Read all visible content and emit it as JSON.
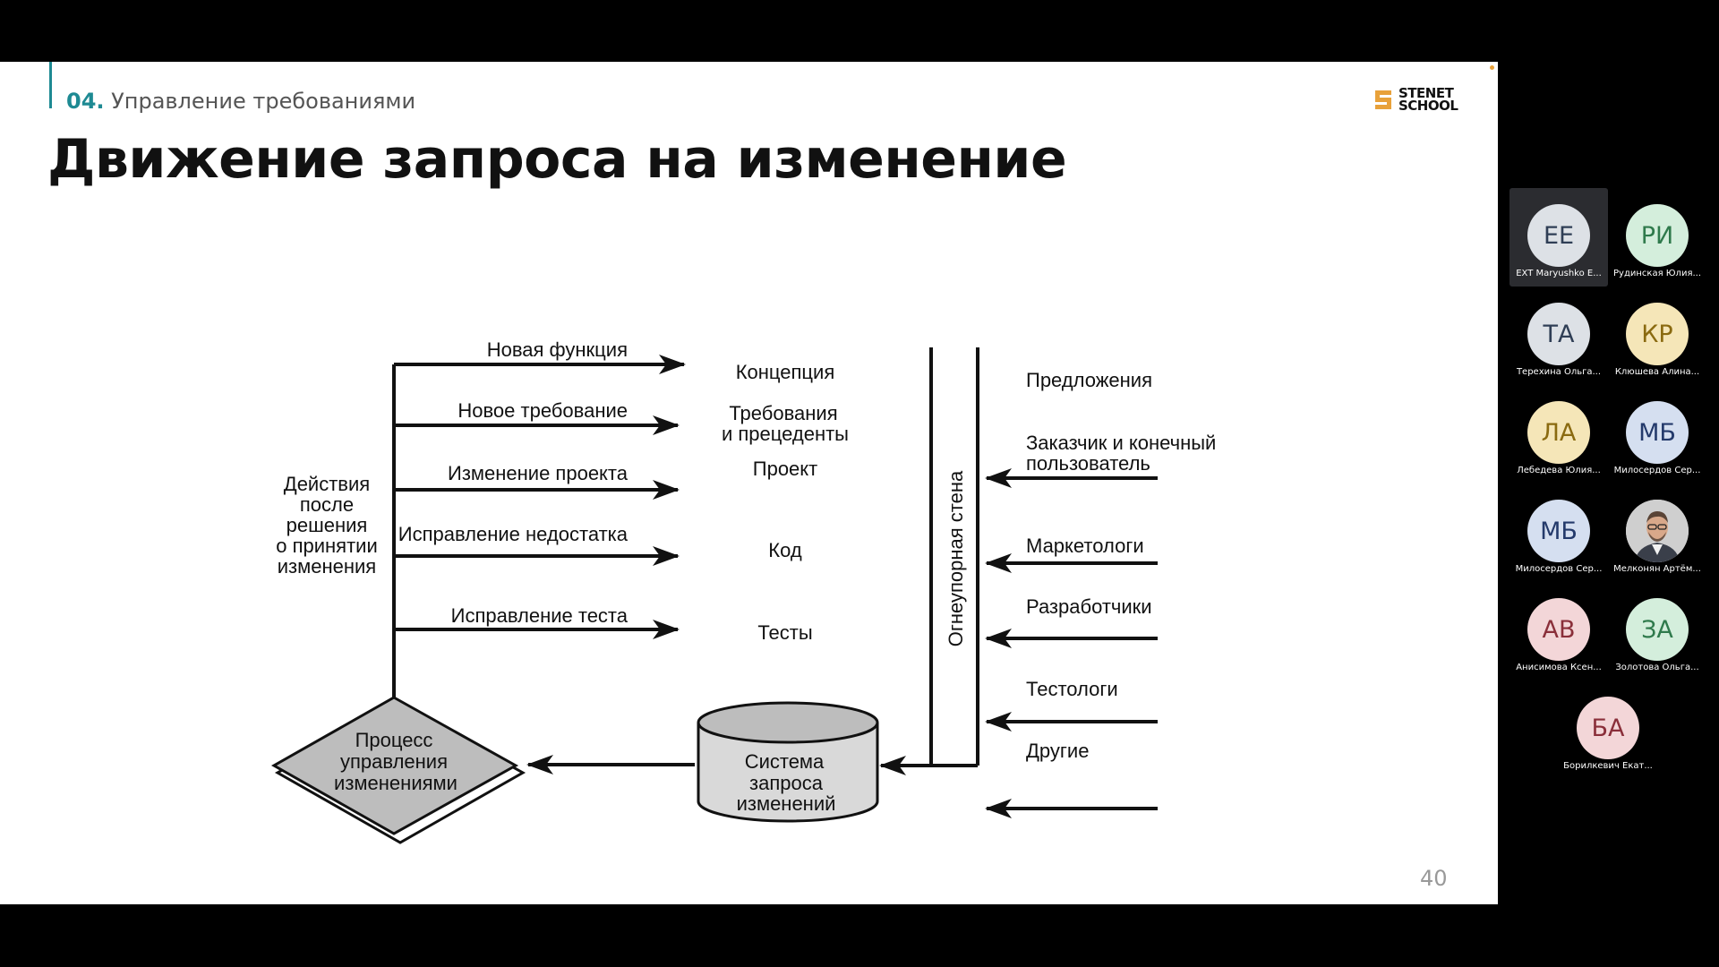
{
  "slide": {
    "section_number": "04.",
    "section_title": "Управление требованиями",
    "title": "Движение запроса на изменение",
    "page_number": "40",
    "logo": {
      "line1": "STENET",
      "line2": "SCHOOL"
    }
  },
  "diagram": {
    "left_label": [
      "Действия",
      "после",
      "решения",
      "о принятии",
      "изменения"
    ],
    "actions": [
      "Новая функция",
      "Новое требование",
      "Изменение проекта",
      "Исправление недостатка",
      "Исправление теста"
    ],
    "targets": {
      "concept": "Концепция",
      "requirements": [
        "Требования",
        "и прецеденты"
      ],
      "project": "Проект",
      "code": "Код",
      "tests": "Тесты"
    },
    "process": [
      "Процесс",
      "управления",
      "изменениями"
    ],
    "system": [
      "Система",
      "запроса",
      "изменений"
    ],
    "firewall": "Огнеупорная стена",
    "proposals": "Предложения",
    "sources": {
      "customer": [
        "Заказчик и конечный",
        "пользователь"
      ],
      "marketers": "Маркетологи",
      "developers": "Разработчики",
      "testers": "Тестологи",
      "others": "Другие"
    }
  },
  "participants": [
    {
      "initials": "ЕЕ",
      "name": "EXT Maryushko E...",
      "avatar_bg": "#dde1e6",
      "avatar_fg": "#2f3e55",
      "active": true
    },
    {
      "initials": "РИ",
      "name": "Рудинская Юлия...",
      "avatar_bg": "#d4eedc",
      "avatar_fg": "#2f7a4c"
    },
    {
      "initials": "ТА",
      "name": "Терехина Ольга...",
      "avatar_bg": "#dde1e6",
      "avatar_fg": "#2f3e55"
    },
    {
      "initials": "КР",
      "name": "Клюшева Алина...",
      "avatar_bg": "#f5e6b8",
      "avatar_fg": "#8a6a10"
    },
    {
      "initials": "ЛА",
      "name": "Лебедева Юлия...",
      "avatar_bg": "#f5e6b8",
      "avatar_fg": "#8a6a10"
    },
    {
      "initials": "МБ",
      "name": "Милосердов Сер...",
      "avatar_bg": "#d5dff0",
      "avatar_fg": "#243a6b"
    },
    {
      "initials": "МБ",
      "name": "Милосердов Сер...",
      "avatar_bg": "#d5dff0",
      "avatar_fg": "#243a6b"
    },
    {
      "initials": "",
      "name": "Мелконян Артём...",
      "photo": true
    },
    {
      "initials": "АВ",
      "name": "Анисимова Ксен...",
      "avatar_bg": "#f3d6d8",
      "avatar_fg": "#8a2f3a"
    },
    {
      "initials": "ЗА",
      "name": "Золотова Ольга...",
      "avatar_bg": "#d4eedc",
      "avatar_fg": "#2f7a4c"
    },
    {
      "initials": "БА",
      "name": "Борилкевич Екат...",
      "avatar_bg": "#f3d6d8",
      "avatar_fg": "#8a2f3a"
    }
  ]
}
